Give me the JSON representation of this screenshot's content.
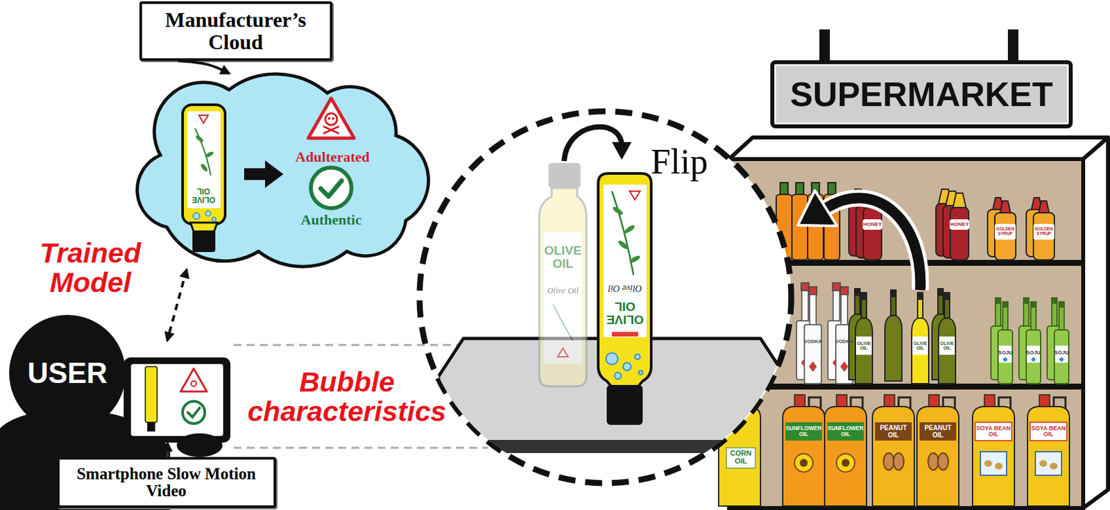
{
  "diagram": {
    "nodes": [
      {
        "text": [
          "Manufacturer’s Cloud"
        ]
      },
      {
        "text": [
          "Adulterated",
          "Authentic"
        ]
      },
      {
        "text": [
          "USER"
        ]
      },
      {
        "text": [
          "Smartphone Slow Motion Video"
        ]
      },
      {
        "text": [
          "Flip"
        ]
      },
      {
        "text": [
          "SUPERMARKET"
        ]
      }
    ],
    "edges": [
      {
        "from": 0,
        "to": 1,
        "arrow": "to"
      },
      {
        "from": 1,
        "to": 2,
        "arrow": "both"
      },
      {
        "from": 3,
        "to": 2,
        "arrow": "to"
      }
    ],
    "labels": [
      "Trained Model",
      "Bubble characteristics",
      "OLIVE OIL",
      "OLIVE OIL",
      "Olive Oil",
      "Olive Oil",
      "OLIVE OIL",
      "HONEY",
      "HONEY",
      "GOLDEN SYRUP",
      "GOLDEN SYRUP",
      "VODKA",
      "VODKA",
      "OLIVE OIL",
      "OLIVE OIL",
      "OLIVE OIL",
      "SOJU",
      "SOJU",
      "SOJU",
      "CORN OIL",
      "SUNFLOWER OIL",
      "SUNFLOWER OIL",
      "PEANUT OIL",
      "PEANUT OIL",
      "SOYA BEAN OIL",
      "SOYA BEAN OIL"
    ]
  }
}
